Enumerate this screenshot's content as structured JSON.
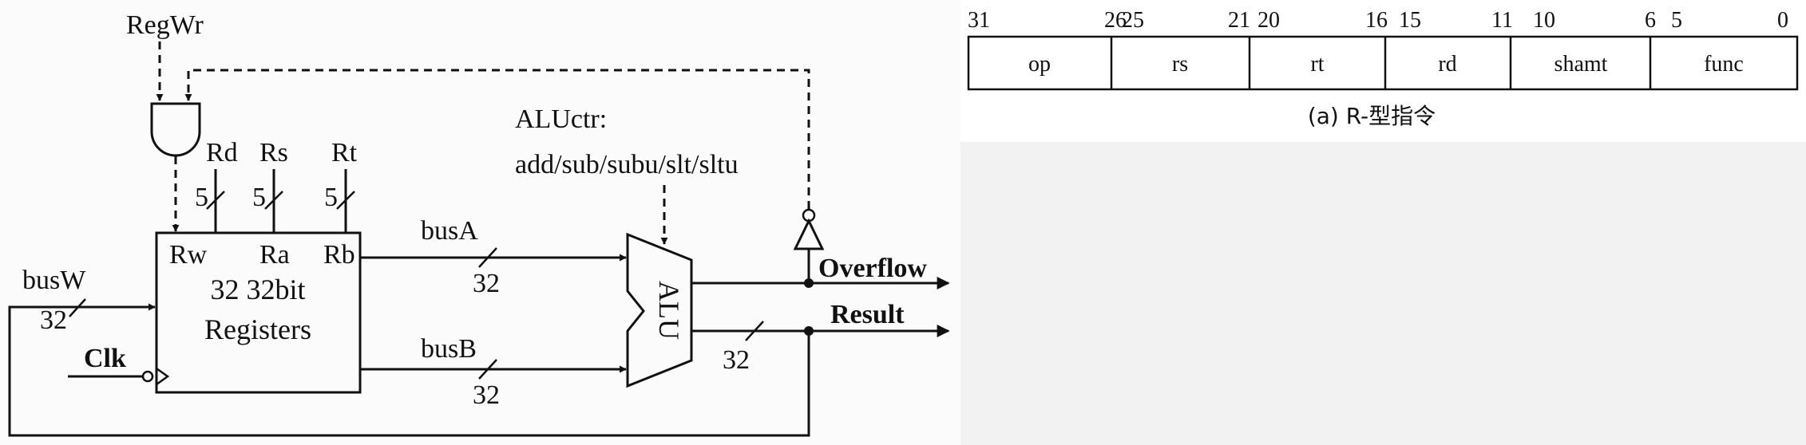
{
  "datapath": {
    "regwr": "RegWr",
    "rd": "Rd",
    "rs": "Rs",
    "rt": "Rt",
    "rd_width": "5",
    "rs_width": "5",
    "rt_width": "5",
    "port_rw": "Rw",
    "port_ra": "Ra",
    "port_rb": "Rb",
    "regfile_line1": "32 32bit",
    "regfile_line2": "Registers",
    "busw": "busW",
    "busw_width": "32",
    "clk": "Clk",
    "busa": "busA",
    "busa_width": "32",
    "busb": "busB",
    "busb_width": "32",
    "aluctr_line1": "ALUctr:",
    "aluctr_line2": "add/sub/subu/slt/sltu",
    "alu": "ALU",
    "overflow": "Overflow",
    "result": "Result",
    "result_width": "32"
  },
  "format": {
    "bit_labels": [
      {
        "hi": "31",
        "lo": "26"
      },
      {
        "hi": "25",
        "lo": "21"
      },
      {
        "hi": "20",
        "lo": "16"
      },
      {
        "hi": "15",
        "lo": "11"
      },
      {
        "hi": "10",
        "lo": "6"
      },
      {
        "hi": "5",
        "lo": "0"
      }
    ],
    "fields": [
      "op",
      "rs",
      "rt",
      "rd",
      "shamt",
      "func"
    ],
    "caption": "(a) R-型指令"
  }
}
